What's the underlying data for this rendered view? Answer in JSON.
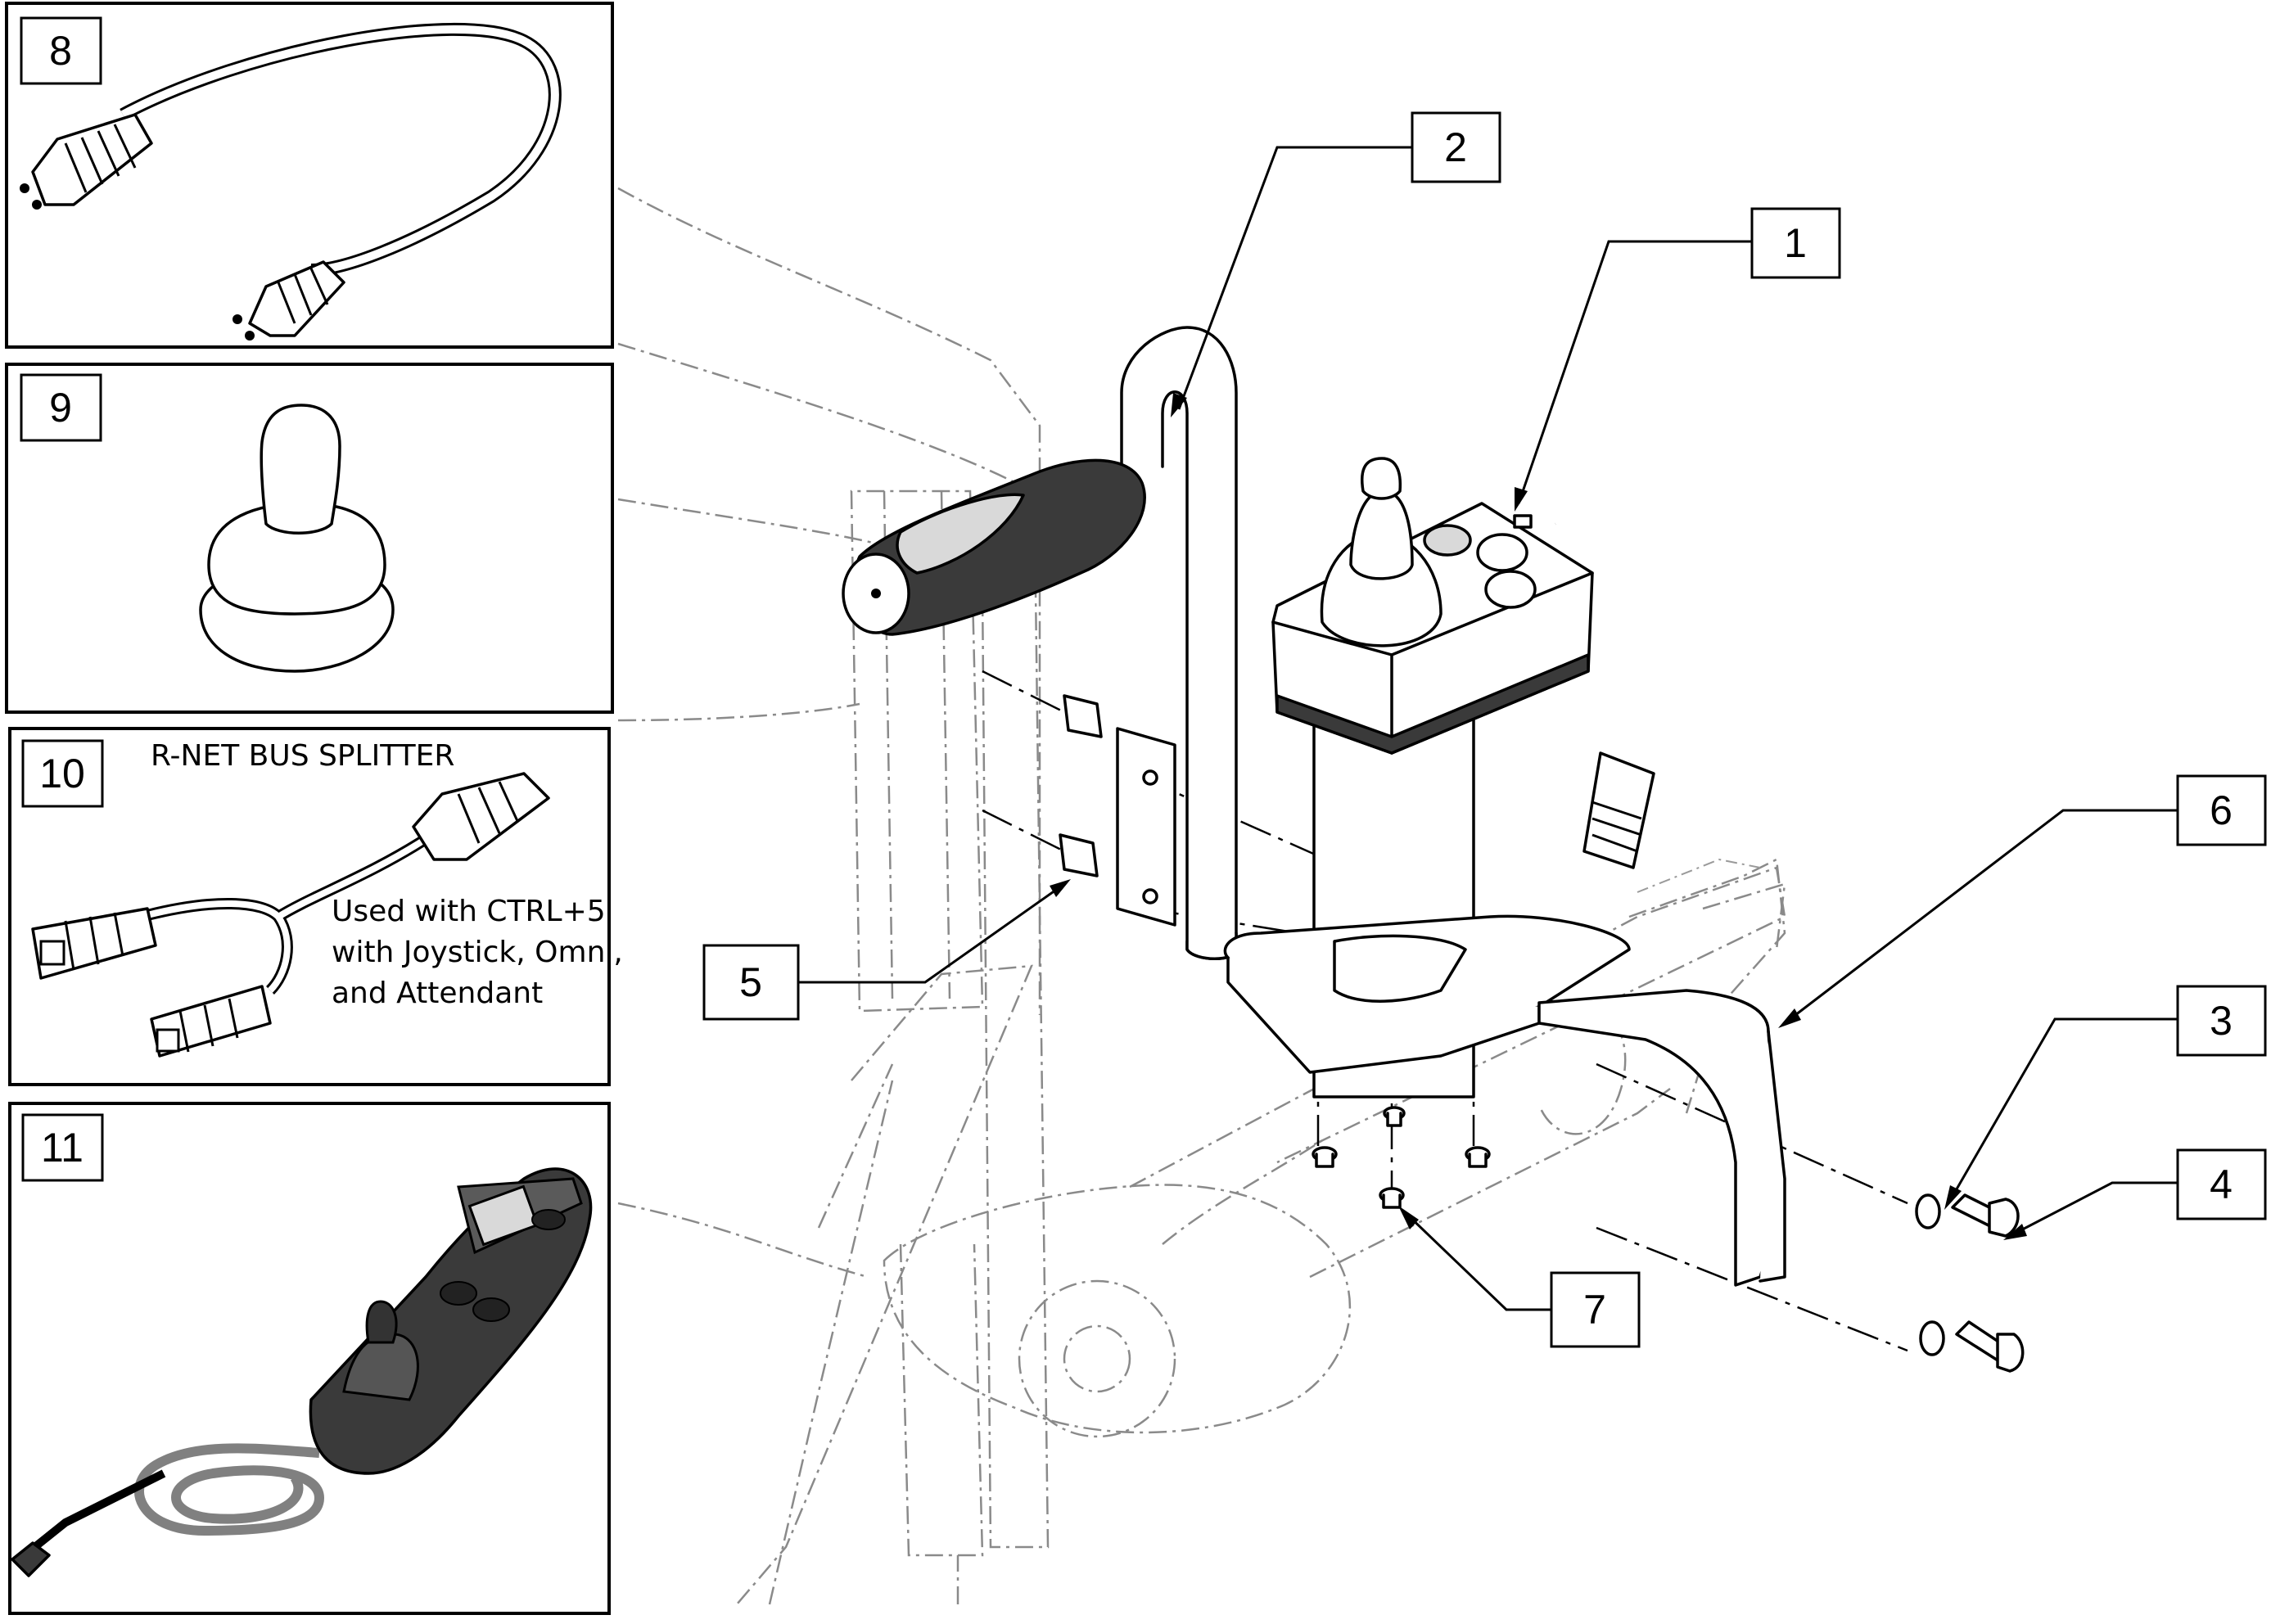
{
  "figure": {
    "callouts": [
      {
        "id": "1",
        "label": "1"
      },
      {
        "id": "2",
        "label": "2"
      },
      {
        "id": "3",
        "label": "3"
      },
      {
        "id": "4",
        "label": "4"
      },
      {
        "id": "5",
        "label": "5"
      },
      {
        "id": "6",
        "label": "6"
      },
      {
        "id": "7",
        "label": "7"
      }
    ],
    "panels": [
      {
        "id": "8",
        "label": "8",
        "part": "cable-icon"
      },
      {
        "id": "9",
        "label": "9",
        "part": "joystick-knob-icon"
      },
      {
        "id": "10",
        "label": "10",
        "part": "bus-splitter-icon",
        "title": "R-NET BUS SPLITTER",
        "note_lines": [
          "Used with CTRL+5",
          "with Joystick, Omni,",
          "and Attendant"
        ]
      },
      {
        "id": "11",
        "label": "11",
        "part": "hand-control-icon"
      }
    ]
  }
}
